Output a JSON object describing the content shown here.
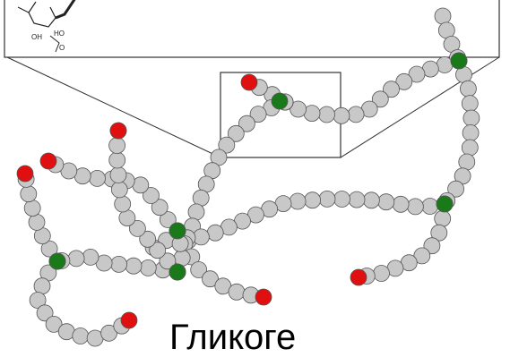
{
  "caption": "Гликоге",
  "inset_labels": {
    "left": "OH",
    "middle": "HO",
    "right": "O"
  },
  "colors": {
    "residue": "#c8c8c8",
    "residue_stroke": "#555555",
    "branch_point": "#1a7a1a",
    "reducing_end": "#e01010",
    "frame": "#333333"
  }
}
